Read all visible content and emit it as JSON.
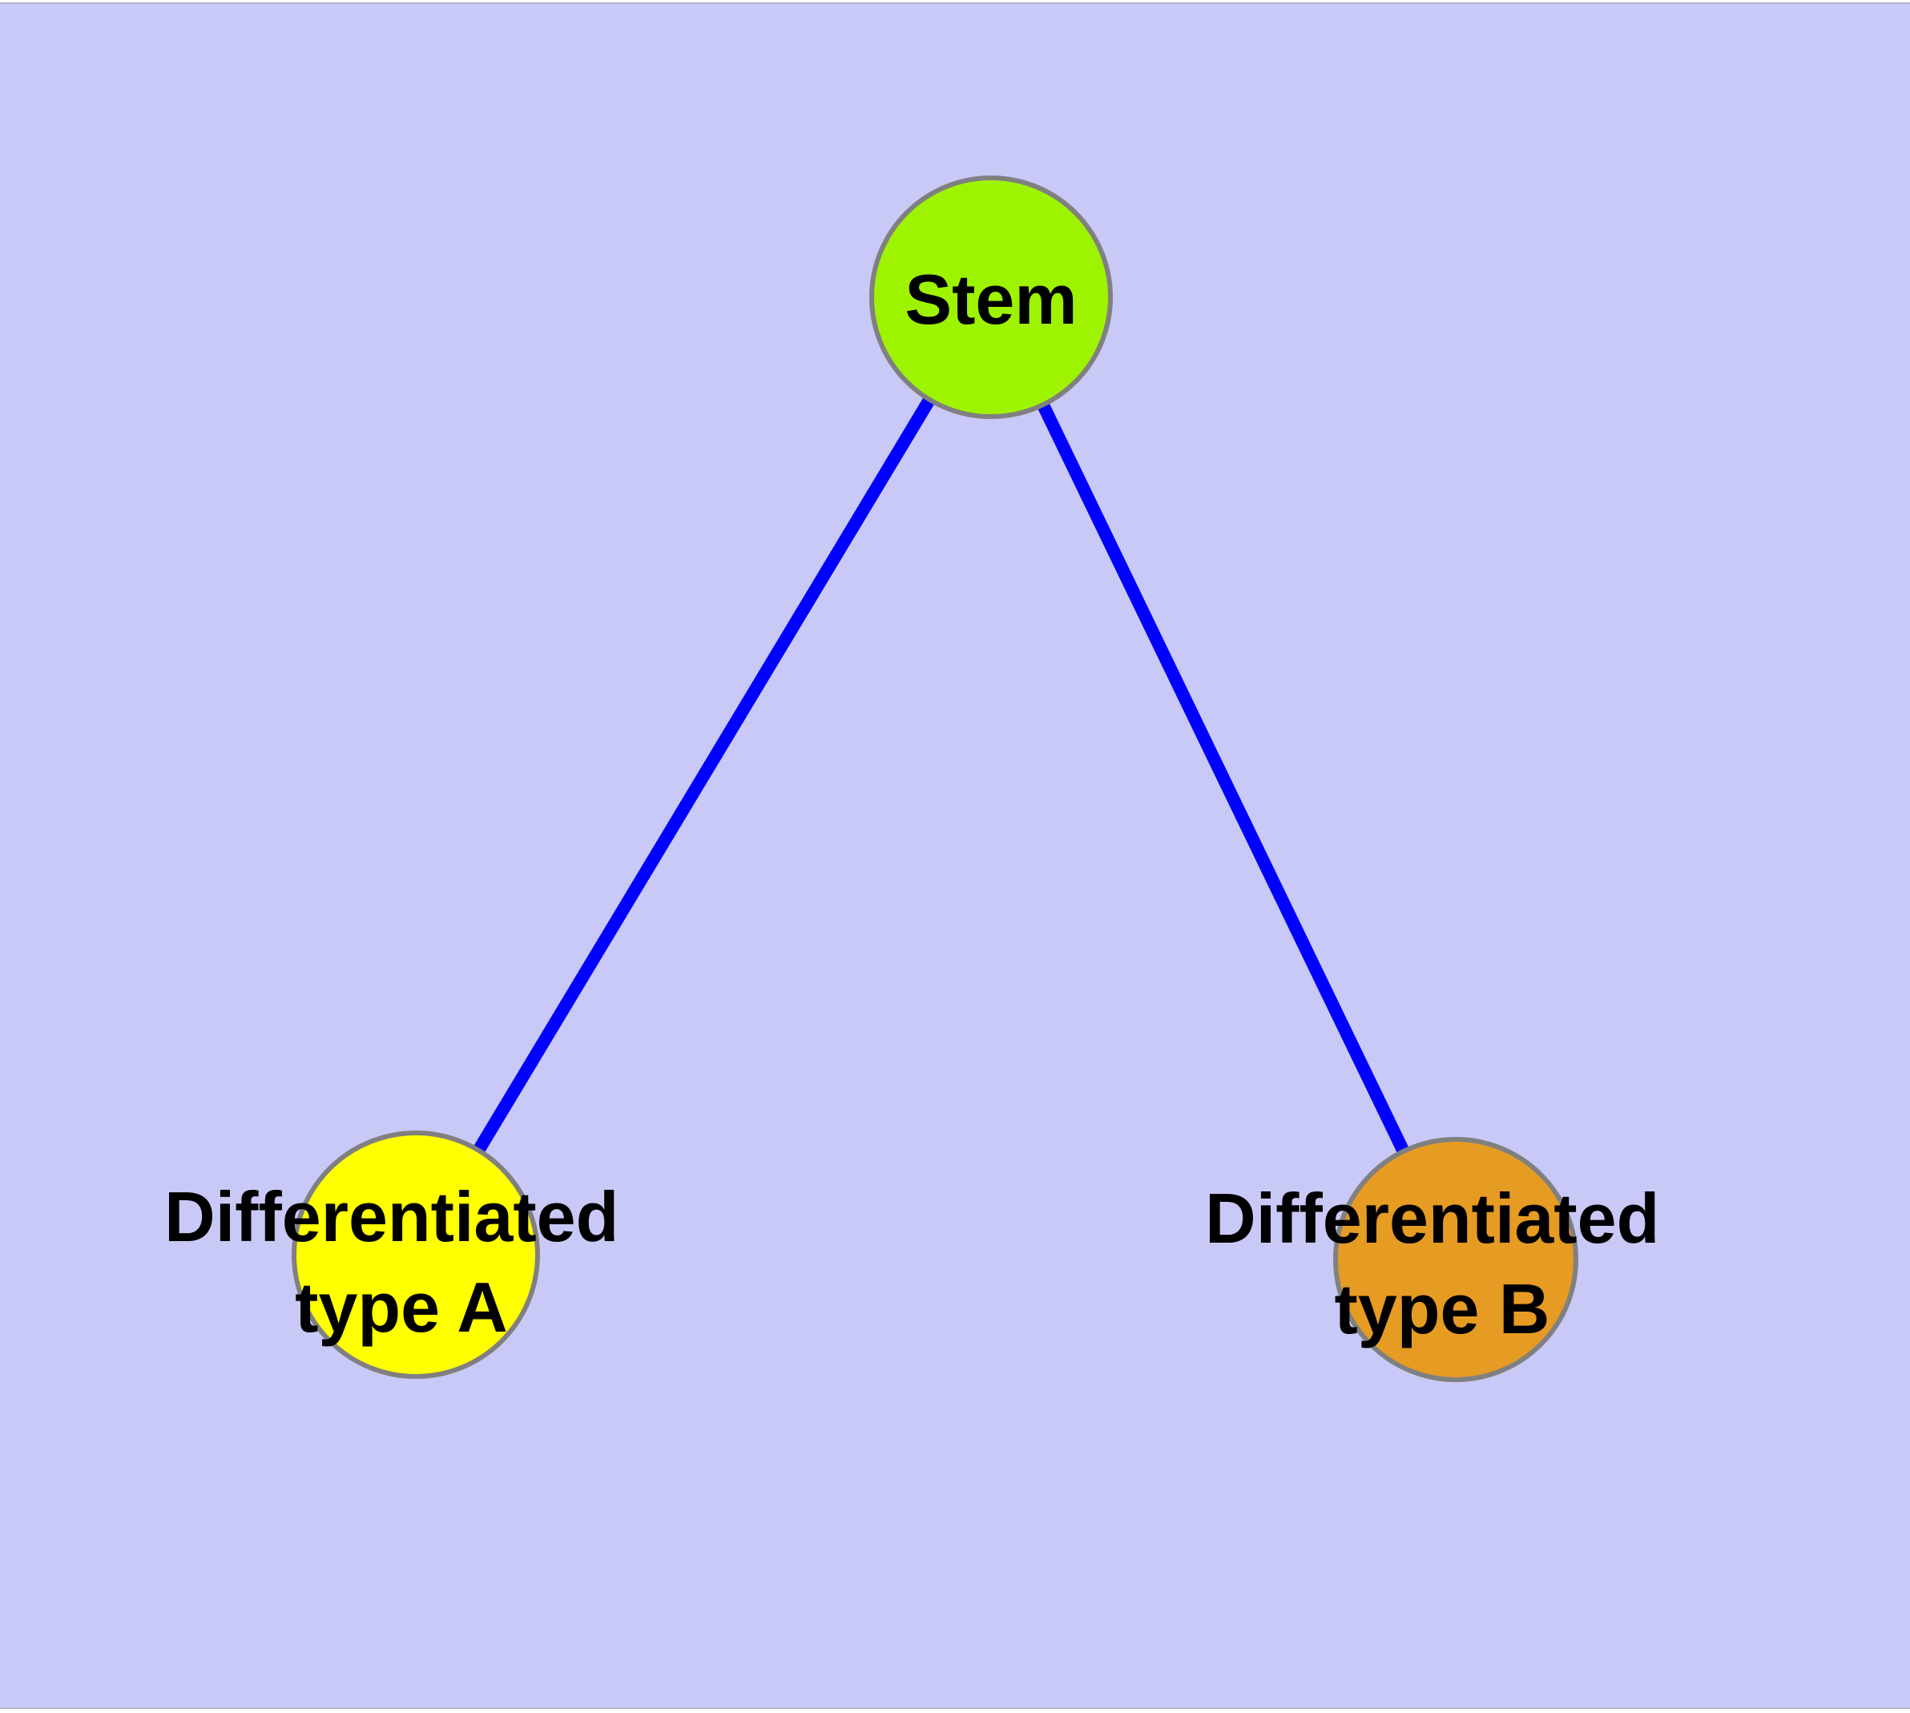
{
  "diagram": {
    "type": "node-link-graph",
    "background_color": "#C9C9F7",
    "frame_color": "#FFFFFF",
    "frame_edge_color": "#A9A9C0",
    "edge_color": "#0000FF",
    "node_border_color": "#808080",
    "label_color": "#000000",
    "nodes": [
      {
        "id": "stem",
        "label": "Stem",
        "color": "#9EF400"
      },
      {
        "id": "type-a",
        "label_line1": "Differentiated",
        "label_line2": "type A",
        "color": "#FFFF00"
      },
      {
        "id": "type-b",
        "label_line1": "Differentiated",
        "label_line2": "type B",
        "color": "#E69B23"
      }
    ],
    "edges": [
      {
        "source": "Stem",
        "target": "Differentiated type A"
      },
      {
        "source": "Stem",
        "target": "Differentiated type B"
      }
    ]
  }
}
